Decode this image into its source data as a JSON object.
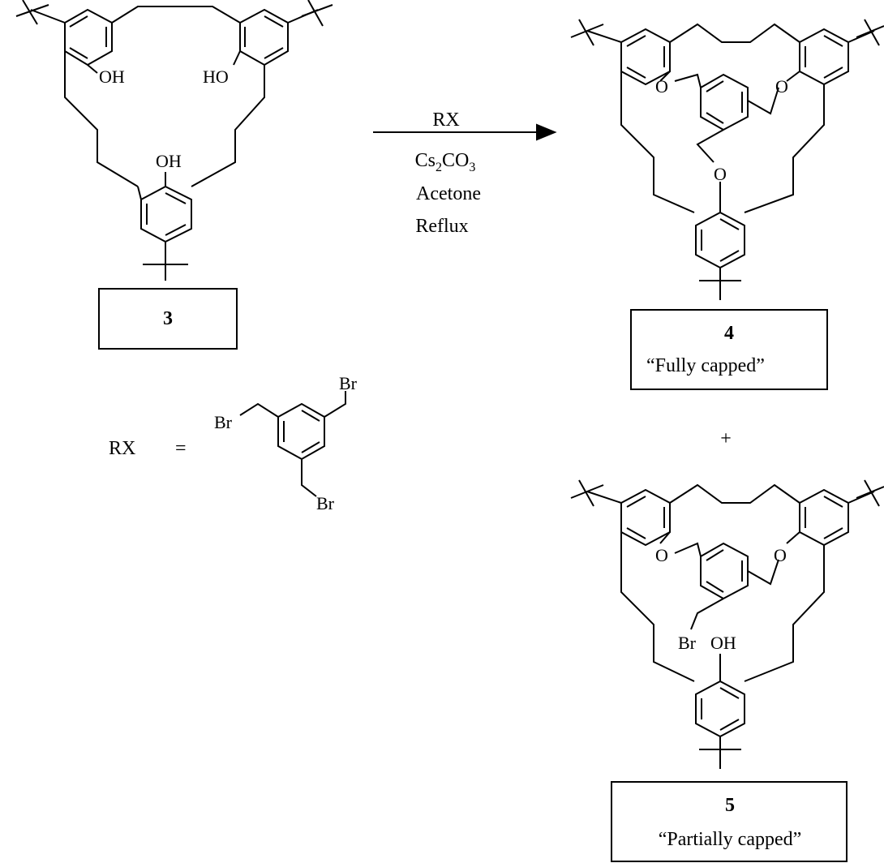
{
  "compound3": {
    "label": "3",
    "atoms": {
      "oh_left": "OH",
      "ho_right": "HO",
      "oh_bottom": "OH"
    }
  },
  "reaction": {
    "reagent": "RX",
    "base_main": "Cs",
    "base_sub1": "2",
    "base_mid": "CO",
    "base_sub2": "3",
    "solvent": "Acetone",
    "condition": "Reflux"
  },
  "rx_definition": {
    "lhs": "RX",
    "equals": "=",
    "atoms": [
      "Br",
      "Br",
      "Br"
    ]
  },
  "compound4": {
    "label": "4",
    "caption": "“Fully capped”",
    "atoms": [
      "O",
      "O",
      "O"
    ]
  },
  "plus": "+",
  "compound5": {
    "label": "5",
    "caption": "“Partially capped”",
    "atoms": [
      "O",
      "O",
      "Br",
      "OH"
    ]
  }
}
